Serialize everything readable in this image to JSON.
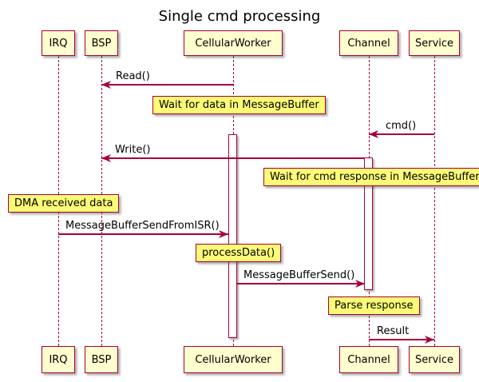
{
  "title": "Single cmd processing",
  "colors": {
    "participant_fill": "#FEFECE",
    "note_fill": "#FBFB77",
    "line_border": "#A80036",
    "text": "#000000",
    "background": "#FFFFFF",
    "activation_fill": "#FFFFFF"
  },
  "participants": [
    {
      "name": "IRQ"
    },
    {
      "name": "BSP"
    },
    {
      "name": "CellularWorker"
    },
    {
      "name": "Channel"
    },
    {
      "name": "Service"
    }
  ],
  "messages": [
    {
      "label": "Read()",
      "from": "CellularWorker",
      "to": "BSP"
    },
    {
      "label": "cmd()",
      "from": "Service",
      "to": "Channel"
    },
    {
      "label": "Write()",
      "from": "Channel",
      "to": "BSP"
    },
    {
      "label": "MessageBufferSendFromISR()",
      "from": "IRQ",
      "to": "CellularWorker"
    },
    {
      "label": "MessageBufferSend()",
      "from": "CellularWorker",
      "to": "Channel"
    },
    {
      "label": "Result",
      "from": "Channel",
      "to": "Service"
    }
  ],
  "notes": [
    {
      "text": "Wait for data in MessageBuffer",
      "over": "CellularWorker"
    },
    {
      "text": "Wait for cmd response in MessageBuffer",
      "over": "Channel,Service"
    },
    {
      "text": "DMA received data",
      "over": "IRQ"
    },
    {
      "text": "processData()",
      "over": "CellularWorker"
    },
    {
      "text": "Parse response",
      "over": "Channel"
    }
  ]
}
